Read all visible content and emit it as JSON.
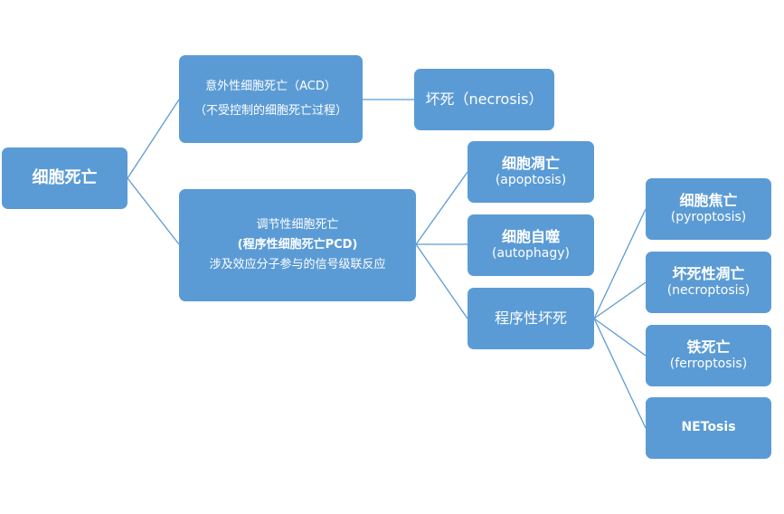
{
  "root": {
    "title": "细胞死亡"
  },
  "acd": {
    "line1": "意外性细胞死亡（ACD）",
    "line2": "（不受控制的细胞死亡过程）"
  },
  "necrosis": {
    "label": "坏死（necrosis）"
  },
  "rcd": {
    "line1": "调节性细胞死亡",
    "line2": "(程序性细胞死亡PCD)",
    "line3": "涉及效应分子参与的信号级联反应"
  },
  "apoptosis": {
    "title": "细胞凋亡",
    "sub": "(apoptosis)"
  },
  "autophagy": {
    "title": "细胞自噬",
    "sub": "(autophagy)"
  },
  "programmed_necrosis": {
    "label": "程序性坏死"
  },
  "pyroptosis": {
    "title": "细胞焦亡",
    "sub": "(pyroptosis)"
  },
  "necroptosis": {
    "title": "坏死性凋亡",
    "sub": "(necroptosis)"
  },
  "ferroptosis": {
    "title": "铁死亡",
    "sub": "(ferroptosis)"
  },
  "netosis": {
    "label": "NETosis"
  },
  "colors": {
    "node_fill": "#5b9bd5",
    "connector": "#5b9bd5",
    "text": "#ffffff"
  }
}
